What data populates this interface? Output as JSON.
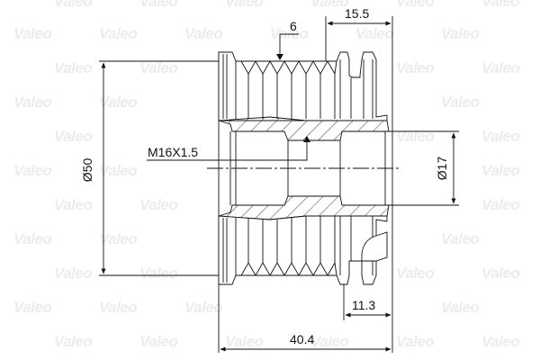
{
  "drawing": {
    "subject": "Alternator pulley technical drawing",
    "watermark": "Valeo",
    "colors": {
      "line": "#111111",
      "watermark": "#ececec",
      "background": "#ffffff"
    }
  },
  "dimensions": {
    "groove_pitch": "6",
    "clutch_width": "15.5",
    "outer_diameter": "Ø50",
    "thread": "M16X1.5",
    "bore_diameter": "Ø17",
    "flange_width": "11.3",
    "overall_length": "40.4"
  }
}
